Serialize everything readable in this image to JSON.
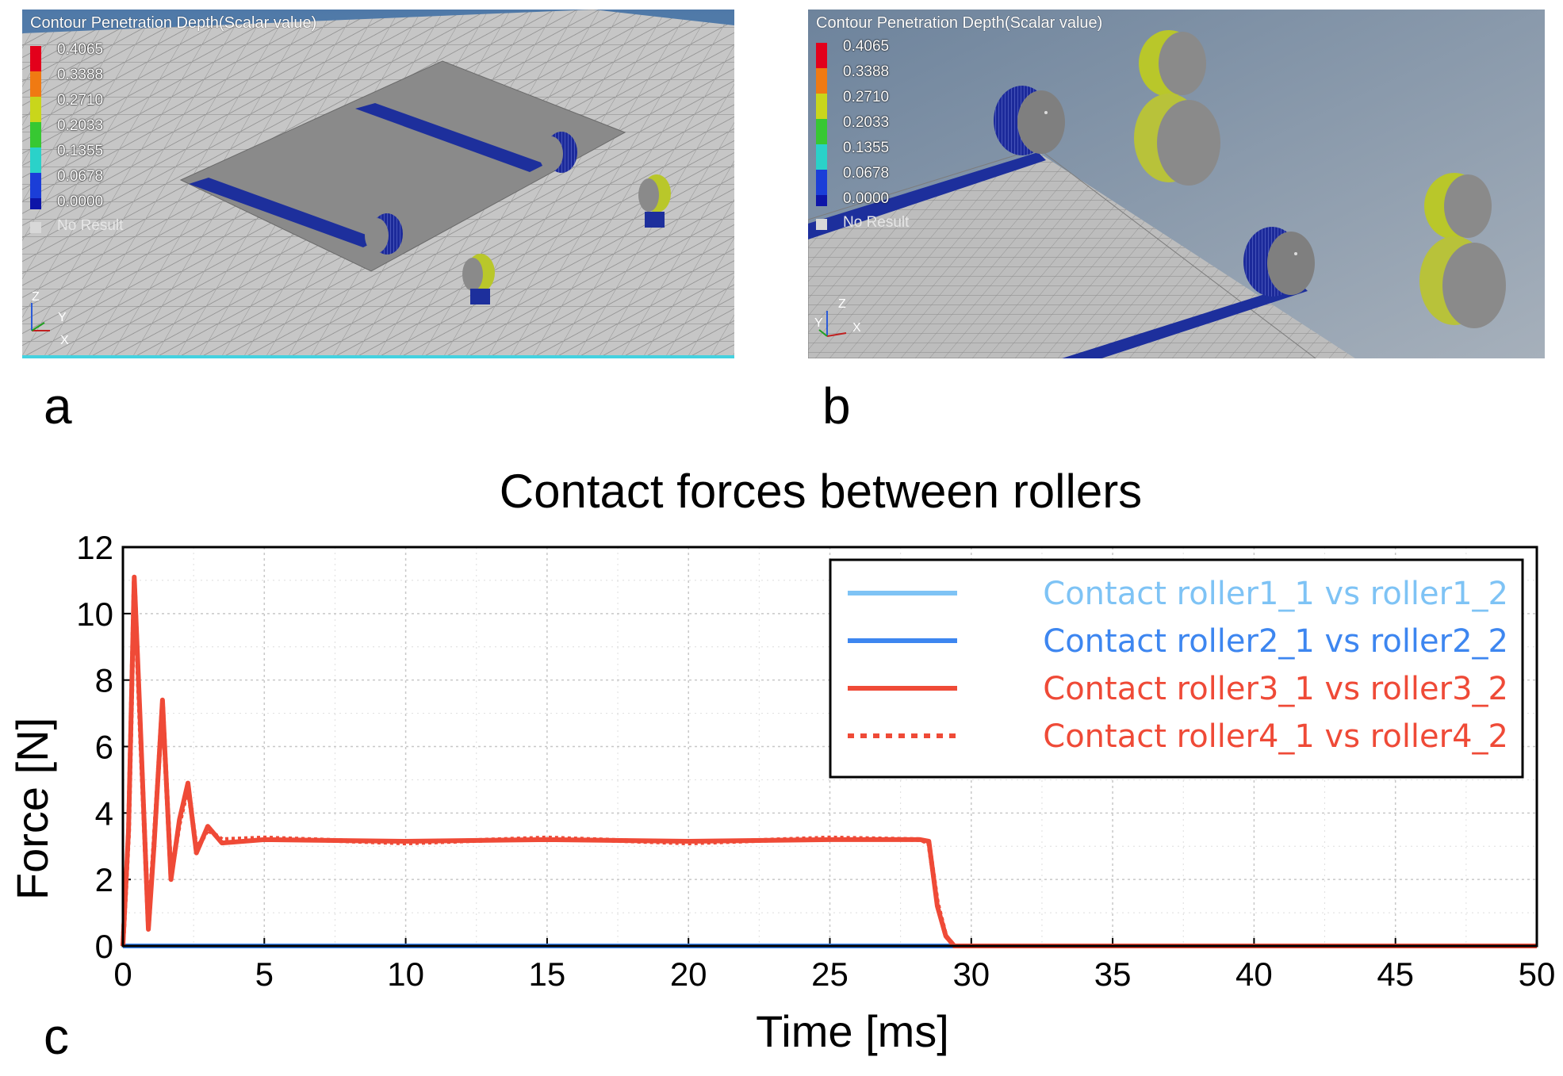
{
  "panels": {
    "a": {
      "letter": "a",
      "title": "Contour Penetration Depth(Scalar value)",
      "scale_values": [
        "0.4065",
        "0.3388",
        "0.2710",
        "0.2033",
        "0.1355",
        "0.0678",
        "0.0000"
      ],
      "scale_colors": [
        "#e3001b",
        "#f07a12",
        "#c9d61b",
        "#37c832",
        "#2ad2c9",
        "#1b3ed8",
        "#0d15a8"
      ],
      "no_result": "No Result",
      "axes": {
        "z": "Z",
        "y": "Y",
        "x": "X"
      }
    },
    "b": {
      "letter": "b",
      "title": "Contour Penetration Depth(Scalar value)",
      "scale_values": [
        "0.4065",
        "0.3388",
        "0.2710",
        "0.2033",
        "0.1355",
        "0.0678",
        "0.0000"
      ],
      "scale_colors": [
        "#e3001b",
        "#f07a12",
        "#c9d61b",
        "#37c832",
        "#2ad2c9",
        "#1b3ed8",
        "#0d15a8"
      ],
      "no_result": "No Result",
      "axes": {
        "z": "Z",
        "y": "Y",
        "x": "X"
      }
    },
    "c": {
      "letter": "c"
    }
  },
  "chart_data": {
    "type": "line",
    "title": "Contact forces between rollers",
    "xlabel": "Time [ms]",
    "ylabel": "Force [N]",
    "xlim": [
      0,
      50
    ],
    "ylim": [
      0,
      12
    ],
    "xticks": [
      "0",
      "5",
      "10",
      "15",
      "20",
      "25",
      "30",
      "35",
      "40",
      "45",
      "50"
    ],
    "yticks": [
      "0",
      "2",
      "4",
      "6",
      "8",
      "10",
      "12"
    ],
    "grid": true,
    "legend_position": "top-right",
    "series": [
      {
        "name": "Contact roller1_1 vs roller1_2",
        "color": "#7ec3f5",
        "dash": "solid",
        "x": [
          0,
          50
        ],
        "y": [
          0,
          0
        ]
      },
      {
        "name": "Contact roller2_1 vs roller2_2",
        "color": "#3d86f0",
        "dash": "solid",
        "x": [
          0,
          50
        ],
        "y": [
          0,
          0
        ]
      },
      {
        "name": "Contact roller3_1 vs roller3_2",
        "color": "#ef4a37",
        "dash": "solid",
        "x": [
          0,
          0.2,
          0.4,
          0.6,
          0.9,
          1.1,
          1.4,
          1.7,
          2.0,
          2.3,
          2.6,
          3.0,
          3.5,
          5,
          10,
          15,
          20,
          25,
          28.2,
          28.5,
          28.8,
          29.1,
          29.4,
          30,
          35,
          40,
          45,
          50
        ],
        "y": [
          0,
          3.5,
          11.1,
          7,
          0.5,
          3,
          7.4,
          2,
          3.8,
          4.9,
          2.8,
          3.6,
          3.1,
          3.2,
          3.15,
          3.2,
          3.15,
          3.2,
          3.2,
          3.15,
          1.2,
          0.3,
          0,
          0,
          0,
          0,
          0,
          0
        ]
      },
      {
        "name": "Contact roller4_1 vs roller4_2",
        "color": "#ef4a37",
        "dash": "dotted",
        "x": [
          0,
          0.2,
          0.4,
          0.6,
          0.9,
          1.1,
          1.4,
          1.7,
          2.0,
          2.3,
          2.6,
          3.0,
          3.5,
          5,
          10,
          15,
          20,
          25,
          28.2,
          28.5,
          28.8,
          29.1,
          29.4,
          30,
          35,
          40,
          45,
          50
        ],
        "y": [
          0,
          3.4,
          11.0,
          6.8,
          0.6,
          3.1,
          7.3,
          2.1,
          3.7,
          4.8,
          2.9,
          3.5,
          3.2,
          3.25,
          3.1,
          3.25,
          3.1,
          3.25,
          3.2,
          3.1,
          1.3,
          0.3,
          0,
          0,
          0,
          0,
          0,
          0
        ]
      }
    ]
  }
}
